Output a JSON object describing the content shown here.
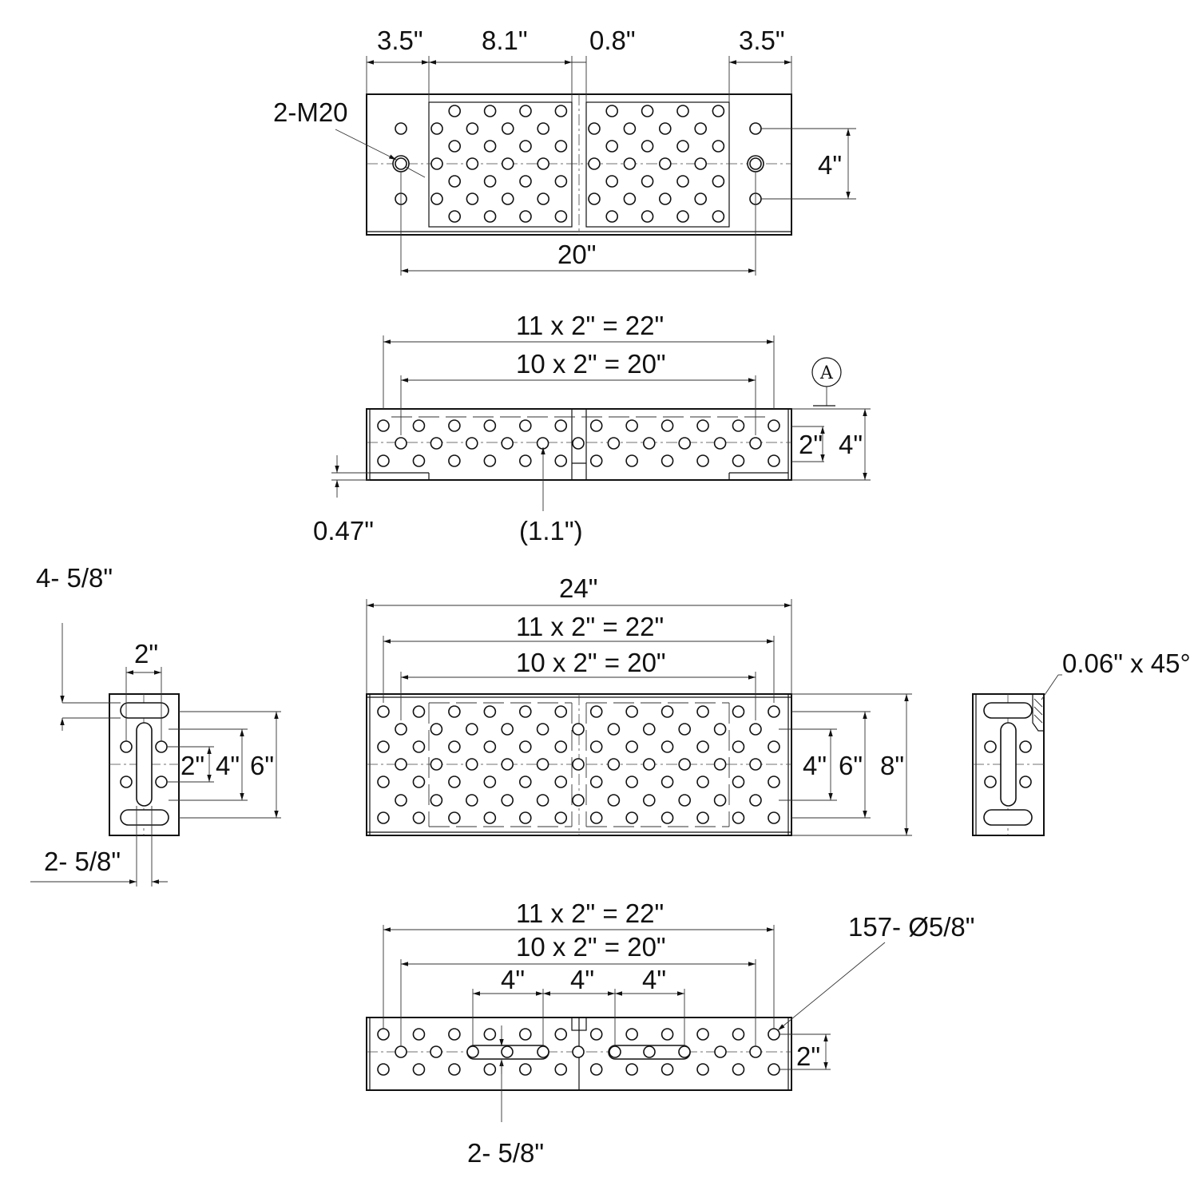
{
  "top_view": {
    "dim_left_margin": "3.5\"",
    "dim_panel_width": "8.1\"",
    "dim_gap": "0.8\"",
    "dim_right_margin": "3.5\"",
    "callout_thread": "2-M20",
    "dim_height": "4\"",
    "dim_hole_span": "20\""
  },
  "front_view": {
    "dim_outer_pitch": "11 x 2\" = 22\"",
    "dim_inner_pitch": "10 x 2\" = 20\"",
    "datum": "A",
    "dim_row_pitch": "2\"",
    "dim_height": "4\"",
    "dim_bottom_offset": "0.47\"",
    "dim_reference": "(1.1\")"
  },
  "left_view": {
    "dim_top_slot_width": "4- 5/8\"",
    "dim_hole_pitch": "2\"",
    "dim_row_pitch": "2\"",
    "dim_height_4": "4\"",
    "dim_height_6": "6\"",
    "dim_slot_width": "2- 5/8\""
  },
  "main_view": {
    "dim_overall_length": "24\"",
    "dim_outer_pitch": "11 x 2\" = 22\"",
    "dim_inner_pitch": "10 x 2\" = 20\"",
    "dim_height_4": "4\"",
    "dim_height_6": "6\"",
    "dim_height_8": "8\""
  },
  "right_view": {
    "dim_chamfer": "0.06\" x 45°"
  },
  "bottom_view": {
    "dim_outer_pitch": "11 x 2\" = 22\"",
    "dim_inner_pitch": "10 x 2\" = 20\"",
    "dim_slot_spacing_1": "4\"",
    "dim_slot_spacing_2": "4\"",
    "dim_slot_spacing_3": "4\"",
    "callout_holes": "157- Ø5/8\"",
    "dim_row_pitch": "2\"",
    "dim_slot_width": "2- 5/8\""
  }
}
